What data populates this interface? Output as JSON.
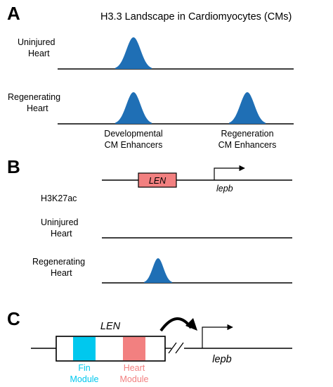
{
  "colors": {
    "peak": "#1f6fb5",
    "len_box": "#f28080",
    "fin_module": "#00c8ee",
    "heart_module": "#f28080",
    "fin_text": "#00c8ee",
    "heart_text": "#f28080"
  },
  "panelA": {
    "letter": "A",
    "title": "H3.3 Landscape in Cardiomyocytes (CMs)",
    "rows": [
      {
        "label_line1": "Uninjured",
        "label_line2": "Heart"
      },
      {
        "label_line1": "Regenerating",
        "label_line2": "Heart"
      }
    ],
    "categories": [
      {
        "line1": "Developmental",
        "line2": "CM Enhancers"
      },
      {
        "line1": "Regeneration",
        "line2": "CM Enhancers"
      }
    ]
  },
  "panelB": {
    "letter": "B",
    "len_label": "LEN",
    "gene_label": "lepb",
    "mark_label": "H3K27ac",
    "rows": [
      {
        "label_line1": "Uninjured",
        "label_line2": "Heart"
      },
      {
        "label_line1": "Regenerating",
        "label_line2": "Heart"
      }
    ]
  },
  "panelC": {
    "letter": "C",
    "len_label": "LEN",
    "gene_label": "lepb",
    "fin": {
      "line1": "Fin",
      "line2": "Module"
    },
    "heart": {
      "line1": "Heart",
      "line2": "Module"
    }
  }
}
